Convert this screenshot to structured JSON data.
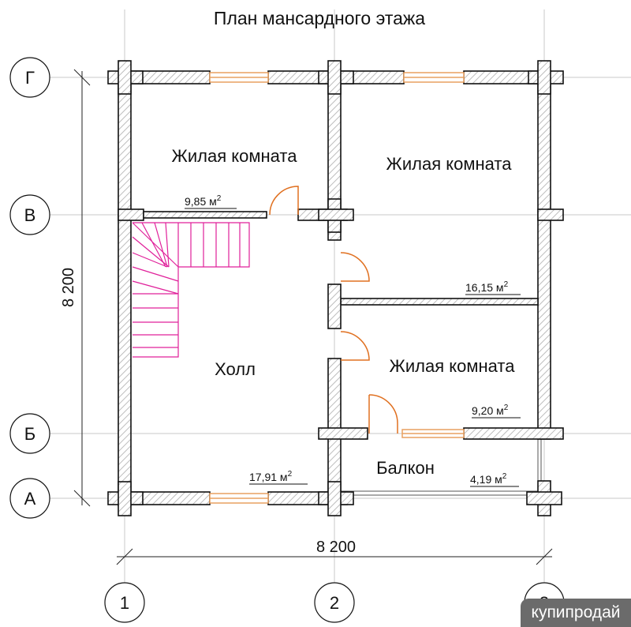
{
  "title": "План мансардного этажа",
  "rooms": [
    {
      "name": "Жилая комната",
      "area": "9,85 м"
    },
    {
      "name": "Жилая комната",
      "area": "16,15 м"
    },
    {
      "name": "Жилая комната",
      "area": "9,20 м"
    },
    {
      "name": "Холл",
      "area": "17,91 м"
    },
    {
      "name": "Балкон",
      "area": "4,19 м"
    }
  ],
  "area_sup": "2",
  "dimensions": {
    "horizontal": "8 200",
    "vertical": "8 200"
  },
  "axes_letters": [
    "Г",
    "В",
    "Б",
    "А"
  ],
  "axes_numbers": [
    "1",
    "2",
    "3"
  ],
  "watermark": "купипродай",
  "colors": {
    "wall_hatch": "#bbbbbb",
    "window": "#e8a060",
    "door": "#e07020",
    "stair": "#e0209a"
  }
}
